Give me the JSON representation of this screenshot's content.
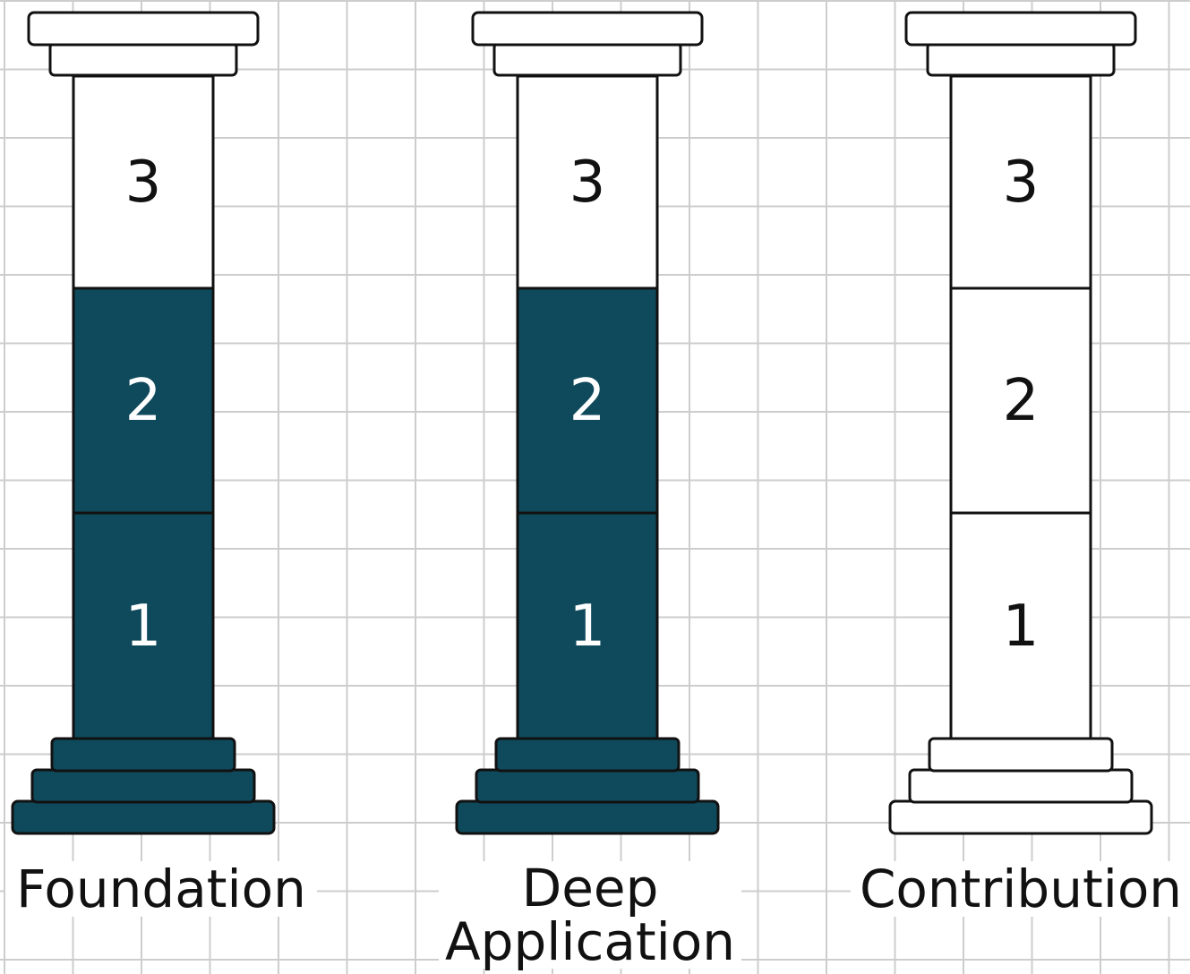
{
  "theme": {
    "filled_color": "#0f4a5c",
    "empty_color": "#ffffff",
    "outline_color": "#111111",
    "filled_text_color": "#ffffff",
    "empty_text_color": "#111111"
  },
  "pillars": [
    {
      "label": "Foundation",
      "label_lines": [
        "Foundation"
      ],
      "segments": [
        {
          "number": "1",
          "filled": true
        },
        {
          "number": "2",
          "filled": true
        },
        {
          "number": "3",
          "filled": false
        }
      ],
      "base_filled": true
    },
    {
      "label": "Deep Application",
      "label_lines": [
        "Deep",
        "Application"
      ],
      "segments": [
        {
          "number": "1",
          "filled": true
        },
        {
          "number": "2",
          "filled": true
        },
        {
          "number": "3",
          "filled": false
        }
      ],
      "base_filled": true
    },
    {
      "label": "Contribution",
      "label_lines": [
        "Contribution"
      ],
      "segments": [
        {
          "number": "1",
          "filled": false
        },
        {
          "number": "2",
          "filled": false
        },
        {
          "number": "3",
          "filled": false
        }
      ],
      "base_filled": false
    }
  ]
}
